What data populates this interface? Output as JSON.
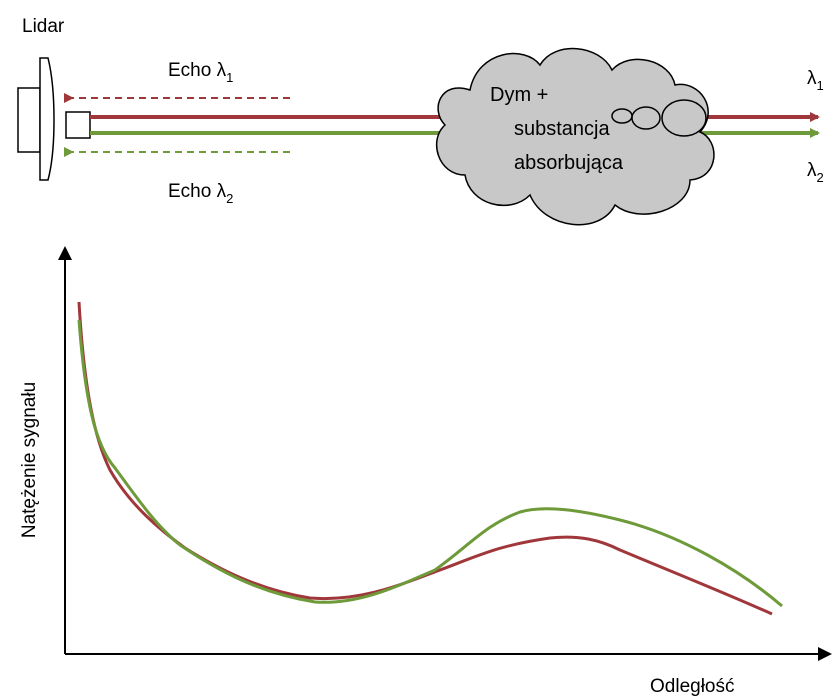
{
  "labels": {
    "lidar": "Lidar",
    "echo1_prefix": "Echo λ",
    "echo1_sub": "1",
    "echo2_prefix": "Echo λ",
    "echo2_sub": "2",
    "lambda1": "λ",
    "lambda1_sub": "1",
    "lambda2": "λ",
    "lambda2_sub": "2",
    "cloud_line1": "Dym +",
    "cloud_line2": "substancja",
    "cloud_line3": "absorbująca",
    "y_axis": "Natężenie sygnału",
    "x_axis": "Odległość"
  },
  "colors": {
    "lambda1": "#A0373A",
    "lambda2": "#6E9A3A",
    "cloud_fill": "#C8C8C8",
    "outline": "#000000"
  }
}
